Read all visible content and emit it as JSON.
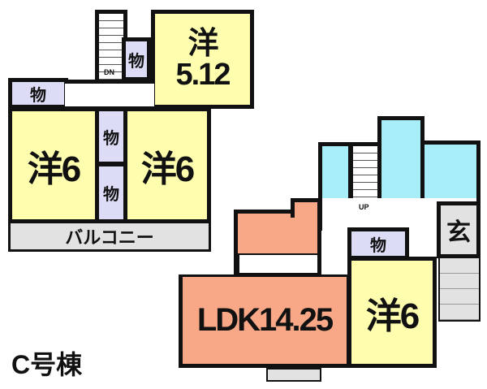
{
  "building_label": "C号棟",
  "floor2": {
    "rooms": [
      {
        "label": "洋",
        "size": "5.12"
      },
      {
        "label": "洋6"
      },
      {
        "label": "洋6"
      }
    ],
    "closets": [
      "物",
      "物",
      "物",
      "物"
    ],
    "balcony": "バルコニー",
    "stair_label": "DN"
  },
  "floor1": {
    "ldk": "LDK14.25",
    "bedroom": "洋6",
    "closet": "物",
    "entrance": "玄",
    "stair_label": "UP"
  },
  "colors": {
    "western_room": "#fefeae",
    "closet": "#dcdcf6",
    "ldk": "#f8a886",
    "wet_area": "#a8eef8",
    "balcony": "#e2e2e2"
  }
}
